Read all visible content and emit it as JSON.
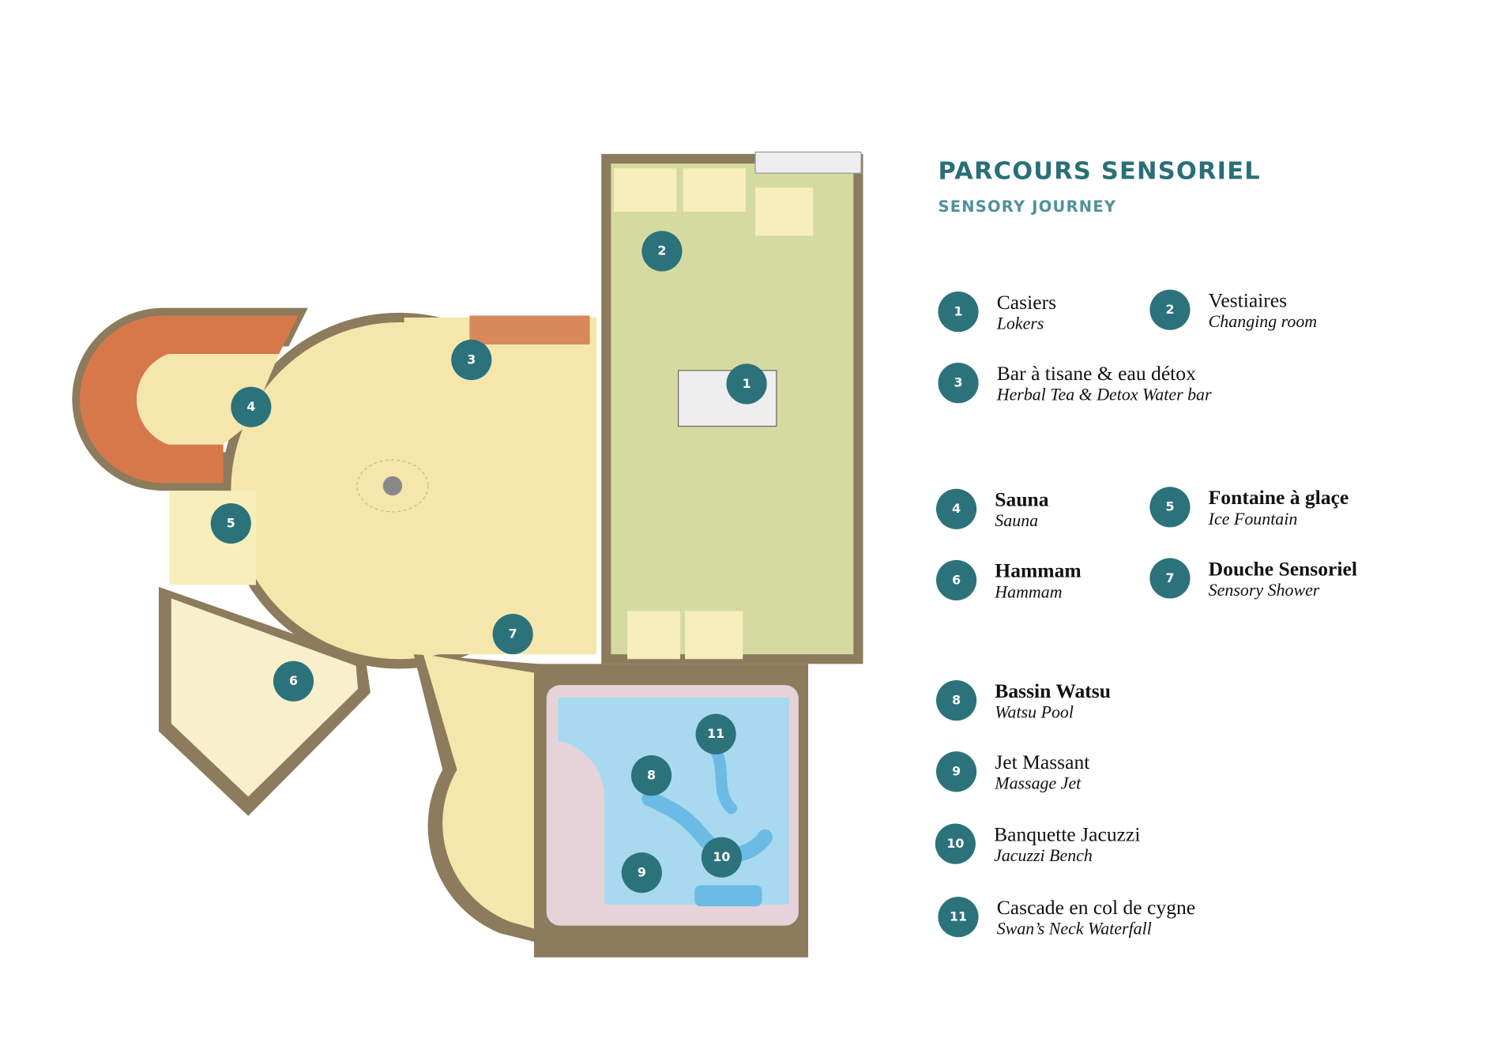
{
  "header": {
    "title": "PARCOURS SENSORIEL",
    "subtitle": "SENSORY JOURNEY"
  },
  "colors": {
    "accent": "#2c727b",
    "wall": "#8c7b5c",
    "lounge": "#f5e7ab",
    "lockers": "#d5dba0",
    "sauna": "#d7784a",
    "pool": "#a9d9ef"
  },
  "legend": [
    {
      "num": "1",
      "fr": "Casiers",
      "en": "Lokers"
    },
    {
      "num": "2",
      "fr": "Vestiaires",
      "en": "Changing room"
    },
    {
      "num": "3",
      "fr": "Bar à tisane & eau détox",
      "en": "Herbal Tea & Detox Water bar"
    },
    {
      "num": "4",
      "fr": "Sauna",
      "en": "Sauna"
    },
    {
      "num": "5",
      "fr": "Fontaine à glaçe",
      "en": "Ice Fountain"
    },
    {
      "num": "6",
      "fr": "Hammam",
      "en": "Hammam"
    },
    {
      "num": "7",
      "fr": "Douche Sensoriel",
      "en": "Sensory Shower"
    },
    {
      "num": "8",
      "fr": "Bassin Watsu",
      "en": "Watsu Pool"
    },
    {
      "num": "9",
      "fr": "Jet Massant",
      "en": "Massage Jet"
    },
    {
      "num": "10",
      "fr": "Banquette Jacuzzi",
      "en": "Jacuzzi Bench"
    },
    {
      "num": "11",
      "fr": "Cascade en col de cygne",
      "en": "Swan’s Neck Waterfall"
    }
  ]
}
